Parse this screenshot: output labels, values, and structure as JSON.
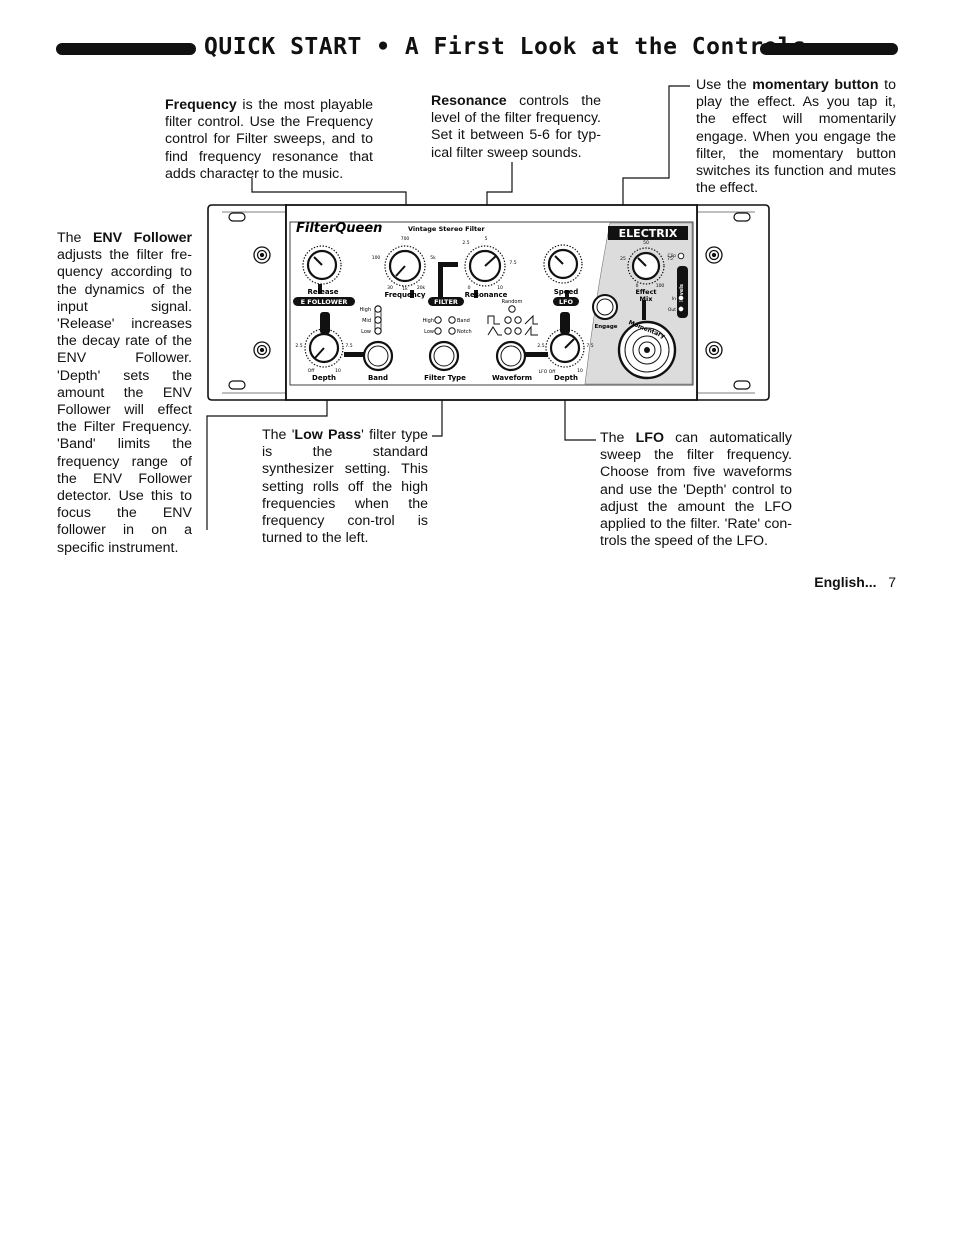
{
  "header": {
    "title": "QUICK START • A First Look at the Controls"
  },
  "callouts": {
    "frequency": {
      "bold": "Frequency",
      "text": " is the most playable filter control.  Use the Frequency control for Filter sweeps, and to find frequency resonance that adds character to the music."
    },
    "resonance": {
      "bold": "Resonance",
      "text": " controls the level of the filter frequency.  Set it between 5-6 for typ-ical filter sweep sounds."
    },
    "momentary": {
      "pre": "Use the ",
      "bold": "momentary button",
      "text": " to play the effect. As you tap it, the effect will momentarily engage. When you engage the filter, the momentary button switches its function and mutes the effect."
    },
    "env_follower": {
      "pre": "The ",
      "bold": "ENV Follower",
      "text": " adjusts the filter fre-quency according to the dynamics of the input signal. 'Release' increases the decay rate of the ENV Follower.  'Depth' sets the amount the ENV Follower will effect the Filter Frequency.  'Band' limits the frequency range of the ENV Follower detector.  Use this to focus the ENV follower in on a specific instrument."
    },
    "low_pass": {
      "pre": "The '",
      "bold": "Low Pass",
      "text": "' filter type is the standard synthesizer setting.  This setting rolls off the high frequencies when the frequency con-trol is turned to the left."
    },
    "lfo": {
      "pre": "The ",
      "bold": "LFO",
      "text": " can automatically sweep the filter frequency.  Choose from five waveforms and use the 'Depth' control to adjust the amount the LFO applied to the filter.  'Rate' con-trols the speed of the LFO."
    }
  },
  "device": {
    "brand": "FilterQueen",
    "subtitle": "Vintage Stereo Filter",
    "maker": "ELECTRIX",
    "knobs": {
      "release": "Release",
      "frequency": "Frequency",
      "resonance": "Resonance",
      "speed": "Speed",
      "effect_mix_1": "Effect",
      "effect_mix_2": "Mix",
      "env_depth": "Depth",
      "lfo_depth": "Depth"
    },
    "sections": {
      "env": "E FOLLOWER",
      "filter": "FILTER",
      "lfo": "LFO"
    },
    "buttons": {
      "band": "Band",
      "filter_type": "Filter Type",
      "waveform": "Waveform",
      "engage": "Engage",
      "momentary": "Momentary"
    },
    "band_leds": [
      "High",
      "Mid",
      "Low"
    ],
    "filter_leds": {
      "high": "High",
      "band": "Band",
      "low": "Low",
      "notch": "Notch"
    },
    "random": "Random",
    "levels": {
      "label": "Levels",
      "items": [
        "Clip",
        "In",
        "Out"
      ]
    },
    "scales": {
      "freq_top": "700",
      "freq_left": "100",
      "freq_right": "5k",
      "freq_bl": "30",
      "freq_bm": "1k",
      "freq_br": "20k",
      "res_top": "5",
      "res_tl": "2.5",
      "res_tr": "7.5",
      "res_bl": "0",
      "res_br": "10",
      "depth_left": "2.5",
      "depth_right": "7.5",
      "depth_bl": "Off",
      "depth_br": "10",
      "lfo_off": "LFO Off",
      "mix_top": "50",
      "mix_left": "25",
      "mix_right": "75",
      "mix_bl": "0",
      "mix_br": "100"
    }
  },
  "footer": {
    "bold": "English...",
    "page": "7"
  },
  "colors": {
    "ink": "#111111",
    "panel": "#ffffff",
    "faceplate_gray": "#d9d9d9"
  }
}
